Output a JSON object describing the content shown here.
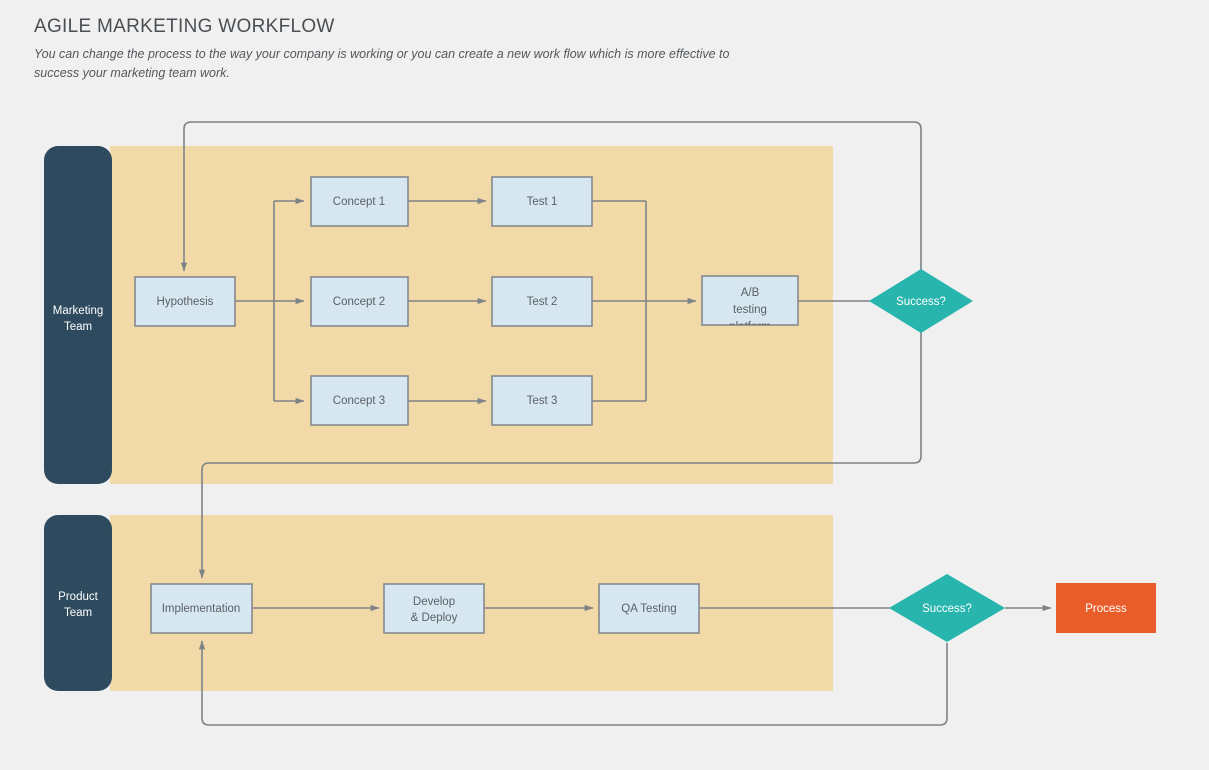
{
  "header": {
    "title": "AGILE MARKETING WORKFLOW",
    "subtitle": "You can change the process to the way your company is working or you can create a new work flow which is more effective to success your marketing team work."
  },
  "colors": {
    "page_background": "#f0f0f0",
    "lane_fill": "#f2d9a8",
    "lane_tab": "#2e4a5e",
    "node_fill": "#d7e7f2",
    "node_stroke": "#85898d",
    "decision_fill": "#28b5ad",
    "terminator_fill": "#e85d2a",
    "connector": "#7e8387",
    "node_text": "#5b6065",
    "inverse_text": "#ffffff"
  },
  "lanes": [
    {
      "id": "marketing",
      "label_line1": "Marketing",
      "label_line2": "Team"
    },
    {
      "id": "product",
      "label_line1": "Product",
      "label_line2": "Team"
    }
  ],
  "nodes": {
    "hypothesis": {
      "label": "Hypothesis",
      "shape": "process"
    },
    "concept1": {
      "label": "Concept 1",
      "shape": "process"
    },
    "concept2": {
      "label": "Concept 2",
      "shape": "process"
    },
    "concept3": {
      "label": "Concept 3",
      "shape": "process"
    },
    "test1": {
      "label": "Test 1",
      "shape": "process"
    },
    "test2": {
      "label": "Test 2",
      "shape": "process"
    },
    "test3": {
      "label": "Test 3",
      "shape": "process"
    },
    "abtest": {
      "shape": "process",
      "label_line1": "A/B",
      "label_line2": "testing",
      "label_line3": "platform",
      "note": "third line overflows below the box border"
    },
    "success_marketing": {
      "label": "Success?",
      "shape": "decision"
    },
    "implementation": {
      "label": "Implementation",
      "shape": "process"
    },
    "develop": {
      "shape": "process",
      "label_line1": "Develop",
      "label_line2": "& Deploy"
    },
    "qatesting": {
      "label": "QA Testing",
      "shape": "process"
    },
    "success_product": {
      "label": "Success?",
      "shape": "decision"
    },
    "process_end": {
      "label": "Process",
      "shape": "terminator"
    }
  }
}
